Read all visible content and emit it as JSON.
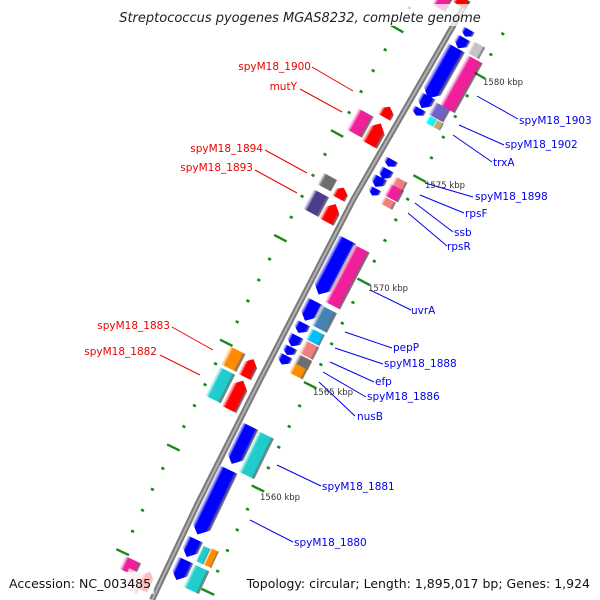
{
  "title": "Streptococcus pyogenes MGAS8232, complete genome",
  "footer": {
    "accession": "Accession: NC_003485",
    "summary": "Topology: circular; Length: 1,895,017 bp; Genes: 1,924"
  },
  "colors": {
    "backbone": "#8c8c8c",
    "tick": "#1a8a1a",
    "forward_label": "#0000ee",
    "reverse_label": "#ee0000",
    "blue_cds": "#0000ff",
    "red_cds": "#ff0000"
  },
  "scale_labels": [
    "1580 kbp",
    "1575 kbp",
    "1570 kbp",
    "1565 kbp",
    "1560 kbp"
  ],
  "labels_right": [
    "spyM18_1903",
    "spyM18_1902",
    "trxA",
    "spyM18_1898",
    "rpsF",
    "ssb",
    "rpsR",
    "uvrA",
    "pepP",
    "spyM18_1888",
    "efp",
    "spyM18_1886",
    "nusB",
    "spyM18_1881",
    "spyM18_1880"
  ],
  "labels_left": [
    "spyM18_1900",
    "mutY",
    "spyM18_1894",
    "spyM18_1893",
    "spyM18_1883",
    "spyM18_1882"
  ]
}
